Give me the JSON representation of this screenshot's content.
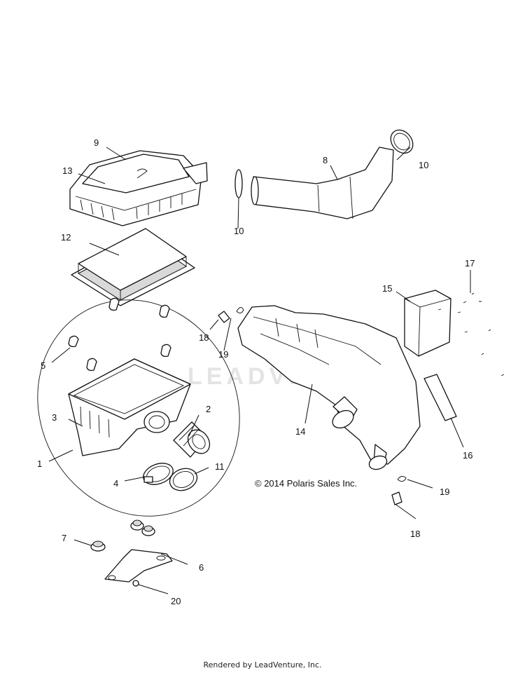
{
  "watermark": "LEADVENTURE",
  "copyright": "© 2014 Polaris Sales Inc.",
  "footer": "Rendered by LeadVenture, Inc.",
  "callouts": {
    "c1": "1",
    "c2": "2",
    "c3": "3",
    "c4": "4",
    "c5": "5",
    "c6": "6",
    "c7": "7",
    "c8": "8",
    "c9": "9",
    "c10a": "10",
    "c10b": "10",
    "c11": "11",
    "c12": "12",
    "c13": "13",
    "c14": "14",
    "c15": "15",
    "c16": "16",
    "c17": "17",
    "c18a": "18",
    "c18b": "18",
    "c19a": "19",
    "c19b": "19",
    "c20": "20"
  }
}
